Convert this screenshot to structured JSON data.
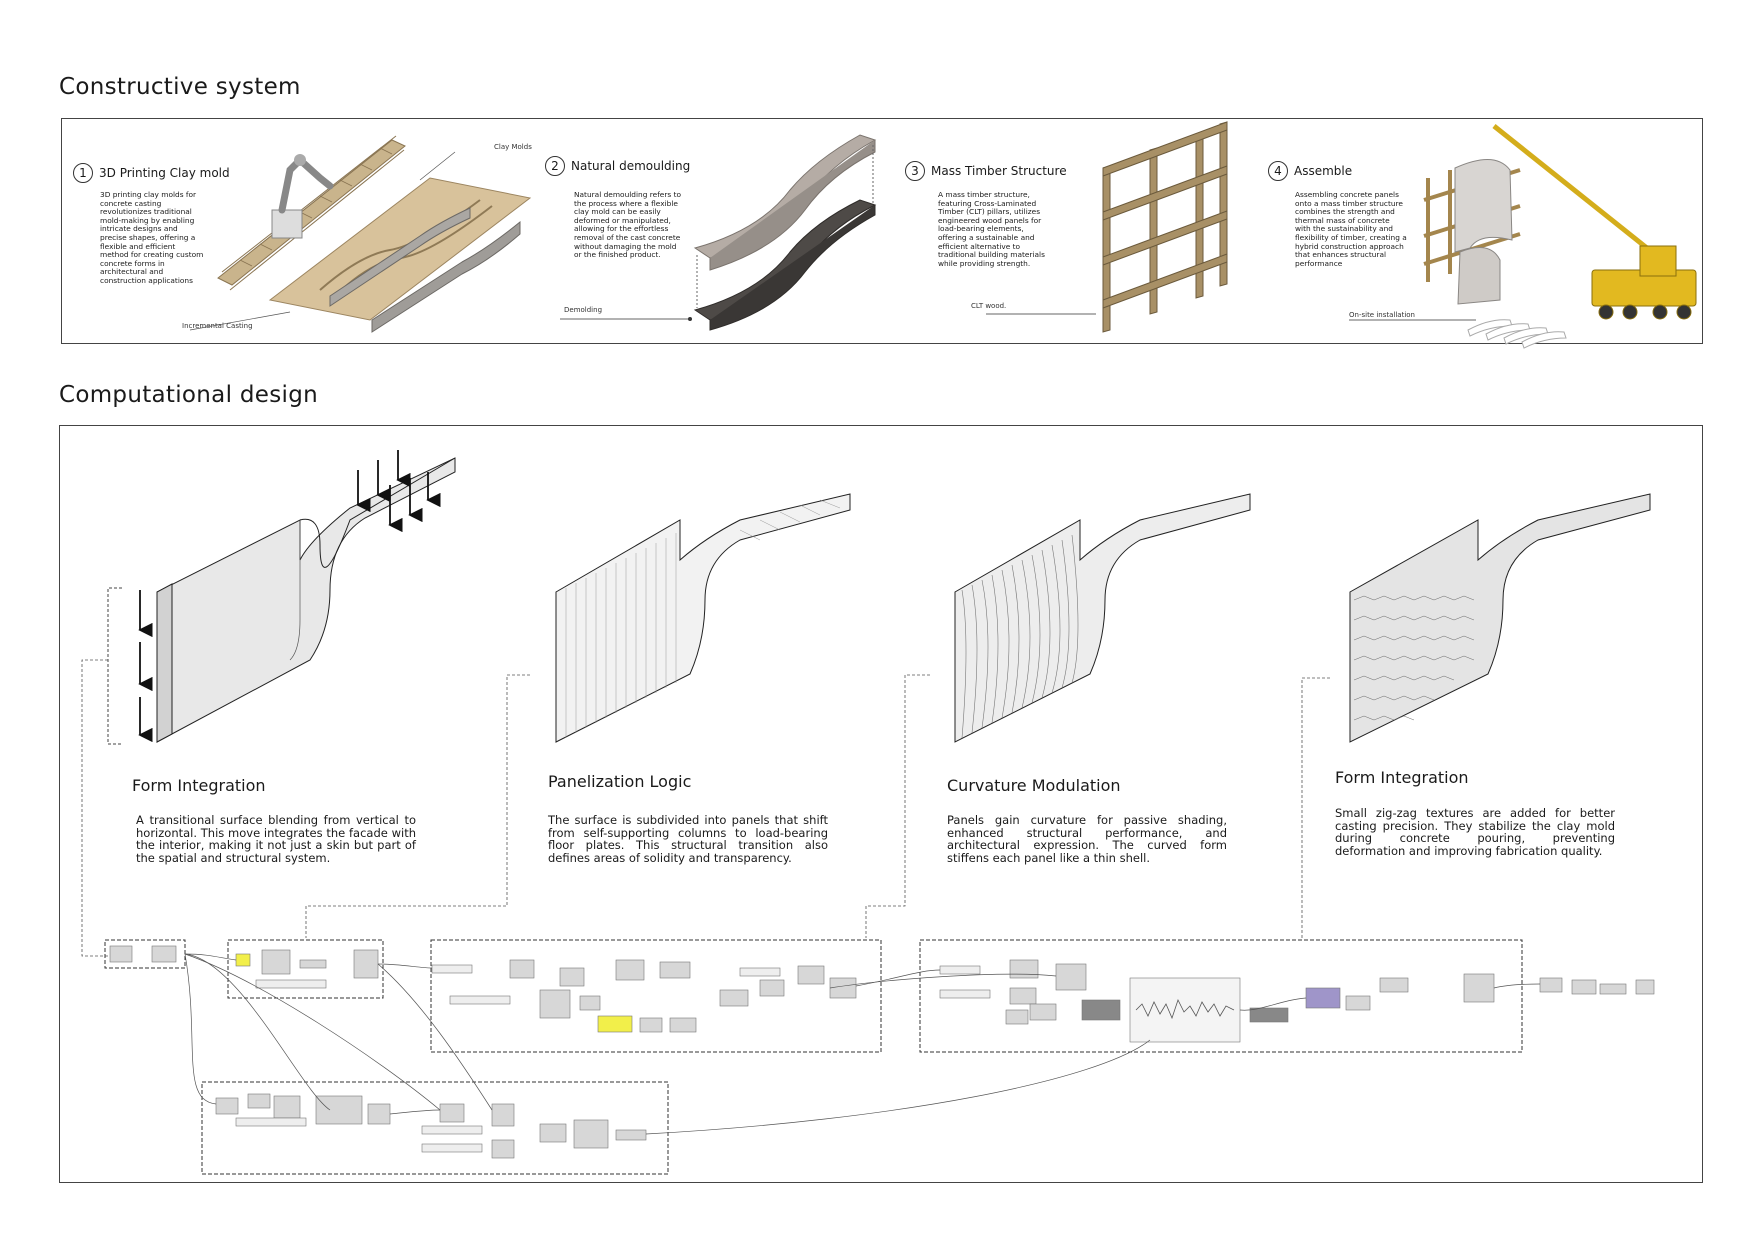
{
  "constructive": {
    "title": "Constructive system",
    "steps": [
      {
        "num": "1",
        "title": "3D Printing Clay mold",
        "text": "3D printing clay molds for concrete casting revolutionizes traditional mold-making by enabling intricate designs and precise shapes, offering a flexible and efficient method for creating custom concrete forms in architectural and construction applications",
        "label1": "Clay Molds",
        "label2": "Incremental Casting"
      },
      {
        "num": "2",
        "title": "Natural demoulding",
        "text": "Natural demoulding refers to the process where a flexible clay mold can be easily deformed or manipulated, allowing for the effortless removal of the cast concrete without damaging the mold or the finished product.",
        "label1": "Demolding"
      },
      {
        "num": "3",
        "title": "Mass Timber Structure",
        "text": "A mass timber structure, featuring Cross-Laminated Timber (CLT) pillars, utilizes engineered wood panels for load-bearing elements, offering a sustainable and efficient alternative to traditional building materials while providing strength.",
        "label1": "CLT wood."
      },
      {
        "num": "4",
        "title": "Assemble",
        "text": "Assembling concrete panels onto a mass timber structure combines the strength and thermal mass of concrete with the sustainability and flexibility of timber, creating a hybrid construction approach that enhances structural performance",
        "label1": "On-site installation"
      }
    ]
  },
  "computational": {
    "title": "Computational design",
    "stages": [
      {
        "title": "Form Integration",
        "text": "A transitional surface blending from vertical to horizontal. This move integrates the facade with the interior, making it not just a skin but part of the spatial and structural system."
      },
      {
        "title": "Panelization Logic",
        "text": "The surface is subdivided into panels that shift from self-supporting columns to load-bearing floor plates. This structural transition also defines areas of solidity and transparency."
      },
      {
        "title": "Curvature Modulation",
        "text": "Panels gain curvature for passive shading, enhanced structural performance, and architectural expression. The curved form stiffens each panel like a thin shell."
      },
      {
        "title": "Form Integration",
        "text": "Small zig-zag textures are added for better casting precision. They stabilize the clay mold during concrete pouring, preventing deformation and improving fabrication quality."
      }
    ]
  },
  "colors": {
    "timber": "#a89066",
    "clay": "#b0aaa4",
    "concrete": "#5a5652",
    "crane": "#e2b920",
    "node_yellow": "#f2ef4a",
    "node_purple": "#9f95c9"
  }
}
